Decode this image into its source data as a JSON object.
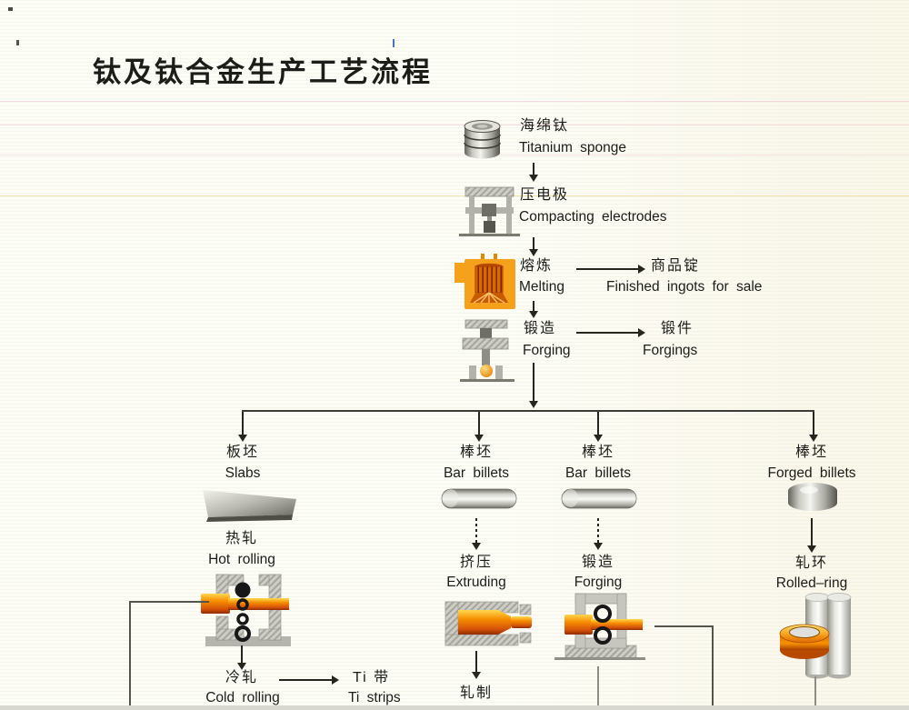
{
  "page": {
    "title": "钛及钛合金生产工艺流程"
  },
  "flow": {
    "sponge": {
      "zh": "海绵钛",
      "en": "Titanium sponge"
    },
    "compact": {
      "zh": "压电极",
      "en": "Compacting electrodes"
    },
    "melt": {
      "zh": "熔炼",
      "en": "Melting"
    },
    "melt_out": {
      "zh": "商品锭",
      "en": "Finished ingots for sale"
    },
    "forge": {
      "zh": "锻造",
      "en": "Forging"
    },
    "forge_out": {
      "zh": "锻件",
      "en": "Forgings"
    }
  },
  "b1": {
    "billet": {
      "zh": "板坯",
      "en": "Slabs"
    },
    "proc1": {
      "zh": "热轧",
      "en": "Hot rolling"
    },
    "proc2": {
      "zh": "冷轧",
      "en": "Cold rolling"
    },
    "out": {
      "zh": "Ti 带",
      "en": "Ti strips"
    }
  },
  "b2": {
    "billet": {
      "zh": "棒坯",
      "en": "Bar billets"
    },
    "proc": {
      "zh": "挤压",
      "en": "Extruding"
    },
    "next": {
      "zh": "轧制"
    }
  },
  "b3": {
    "billet": {
      "zh": "棒坯",
      "en": "Bar billets"
    },
    "proc": {
      "zh": "锻造",
      "en": "Forging"
    }
  },
  "b4": {
    "billet": {
      "zh": "棒坯",
      "en": "Forged billets"
    },
    "proc": {
      "zh": "轧环",
      "en": "Rolled–ring"
    }
  },
  "icons": [
    "titanium-sponge-icon",
    "compacting-press-icon",
    "melting-furnace-icon",
    "forging-press-icon",
    "slab-icon",
    "bar-billet-icon",
    "forged-billet-icon",
    "hot-rolling-mill-icon",
    "extruder-icon",
    "rod-forging-machine-icon",
    "ring-rolling-mill-icon"
  ],
  "colors": {
    "accent_orange": "#f6a11c",
    "deep_orange": "#c84f00",
    "metal_gray": "#c6c6bf",
    "line_dark": "#26261f"
  }
}
